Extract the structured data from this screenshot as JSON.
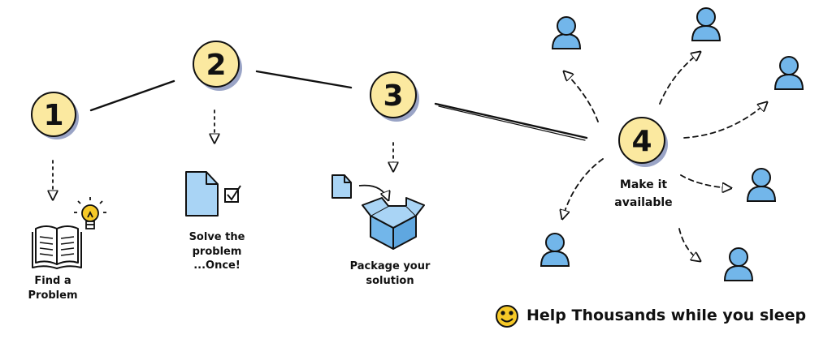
{
  "steps": [
    {
      "number": "1",
      "caption_lines": [
        "Find a Problem"
      ]
    },
    {
      "number": "2",
      "caption_lines": [
        "Solve the",
        "problem",
        "...Once!"
      ]
    },
    {
      "number": "3",
      "caption_lines": [
        "Package your",
        "solution"
      ]
    },
    {
      "number": "4",
      "caption_lines": [
        "Make it",
        "available"
      ]
    }
  ],
  "tagline": "Help Thousands while you sleep",
  "colors": {
    "badge_fill": "#FBE9A0",
    "badge_shadow": "#9AA4C6",
    "doc_fill": "#A9D4F5",
    "person_fill": "#72B6EA",
    "bulb_fill": "#F6C928",
    "smiley_fill": "#F6C928",
    "ink": "#111111"
  },
  "icons": [
    "book-icon",
    "lightbulb-icon",
    "document-icon",
    "checkbox-icon",
    "box-icon",
    "person-icon",
    "smiley-icon"
  ]
}
